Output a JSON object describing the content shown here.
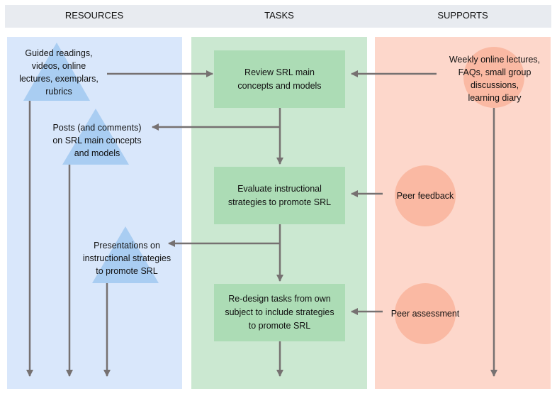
{
  "header": {
    "columns": [
      "RESOURCES",
      "TASKS",
      "SUPPORTS"
    ]
  },
  "colors": {
    "header_band": "#e8ebf0",
    "resources_bg": "#d9e7fb",
    "tasks_bg": "#cbe8d1",
    "supports_bg": "#fdd7cb",
    "resource_shape": "#a9cdf2",
    "task_box": "#acdcb5",
    "support_shape": "#fab9a3",
    "arrow": "#767171"
  },
  "resources": [
    {
      "shape": "triangle",
      "label": "Guided readings, videos, online lectures, exemplars, rubrics",
      "lines": [
        "Guided readings,",
        "videos, online",
        "lectures, exemplars,",
        "rubrics"
      ]
    },
    {
      "shape": "triangle",
      "label": "Posts (and comments) on SRL main concepts and models",
      "lines": [
        "Posts (and comments)",
        "on SRL main concepts",
        "and models"
      ]
    },
    {
      "shape": "triangle",
      "label": "Presentations on instructional strategies to promote SRL",
      "lines": [
        "Presentations on",
        "instructional strategies",
        "to promote SRL"
      ]
    }
  ],
  "tasks": [
    {
      "label": "Review SRL main concepts and models",
      "lines": [
        "Review SRL main",
        "concepts and models"
      ]
    },
    {
      "label": "Evaluate instructional strategies to promote SRL",
      "lines": [
        "Evaluate instructional",
        "strategies to promote SRL"
      ]
    },
    {
      "label": "Re-design tasks from own subject to include strategies to promote SRL",
      "lines": [
        "Re-design tasks from own",
        "subject to include strategies",
        "to promote SRL"
      ]
    }
  ],
  "supports": [
    {
      "shape": "circle",
      "label": "Weekly online lectures, FAQs, small group discussions, learning diary",
      "lines": [
        "Weekly online lectures,",
        "FAQs, small group",
        "discussions,",
        "learning diary"
      ]
    },
    {
      "shape": "circle",
      "label": "Peer feedback",
      "lines": [
        "Peer feedback"
      ]
    },
    {
      "shape": "circle",
      "label": "Peer assessment",
      "lines": [
        "Peer assessment"
      ]
    }
  ],
  "connections": [
    {
      "from": "resources.0",
      "to": "tasks.0"
    },
    {
      "from": "supports.0",
      "to": "tasks.0"
    },
    {
      "from": "tasks.0",
      "to": "resources.1"
    },
    {
      "from": "tasks.0",
      "to": "tasks.1"
    },
    {
      "from": "supports.1",
      "to": "tasks.1"
    },
    {
      "from": "tasks.1",
      "to": "resources.2"
    },
    {
      "from": "tasks.1",
      "to": "tasks.2"
    },
    {
      "from": "supports.2",
      "to": "tasks.2"
    }
  ]
}
